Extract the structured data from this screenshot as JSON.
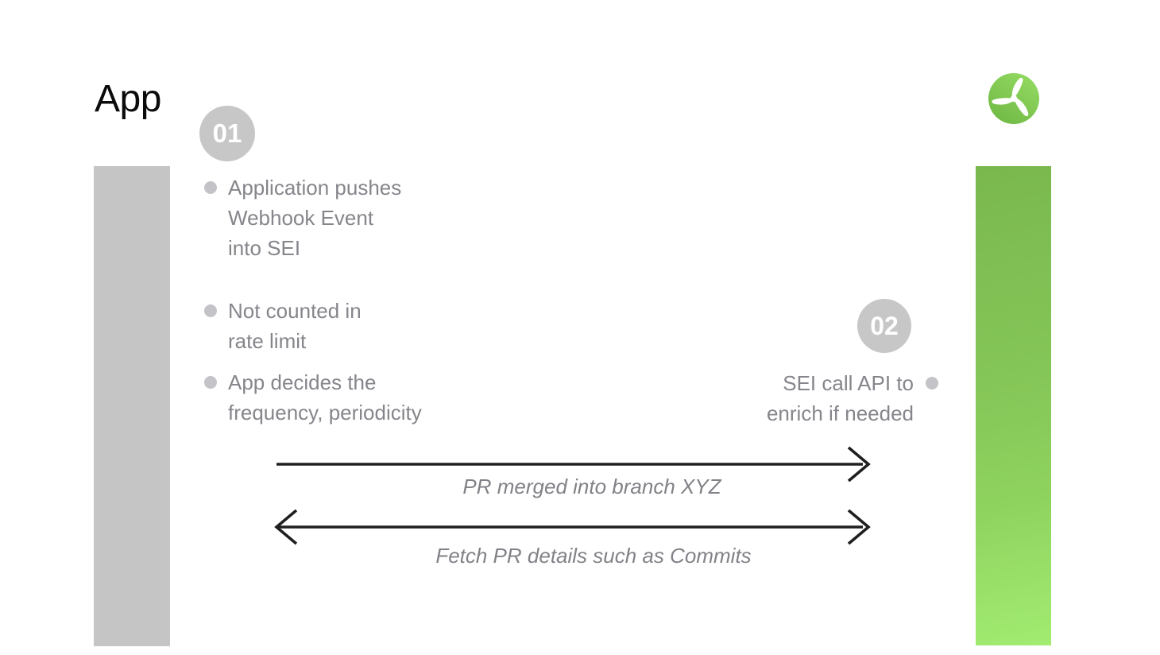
{
  "title": "App",
  "logo": {
    "icon": "propeller-icon",
    "circle_gradient": [
      "#93da62",
      "#6fb844"
    ],
    "blade_color": "#ffffff"
  },
  "lanes": {
    "left_bar_color": "#c5c5c5",
    "right_bar_gradient": [
      "#7ab84e",
      "#a2ec71"
    ]
  },
  "steps": [
    {
      "number": "01",
      "notes": [
        {
          "lines": [
            "Application pushes",
            "Webhook Event",
            "into SEI"
          ]
        },
        {
          "lines": [
            "Not counted in",
            "rate limit"
          ]
        },
        {
          "lines": [
            "App decides the",
            "frequency, periodicity"
          ]
        }
      ]
    },
    {
      "number": "02",
      "notes": [
        {
          "lines": [
            "SEI call API to",
            "enrich if needed"
          ]
        }
      ]
    }
  ],
  "arrows": [
    {
      "label": "PR merged into branch XYZ",
      "direction": "right"
    },
    {
      "label": "Fetch PR details such as Commits",
      "direction": "both"
    }
  ],
  "colors": {
    "badge_gray": "#c7c7c7",
    "bullet_gray": "#c4c4c8",
    "text_gray": "#85858b",
    "label_gray": "#818187",
    "arrow_black": "#1f1f1f",
    "title_black": "#0b0b0b"
  }
}
